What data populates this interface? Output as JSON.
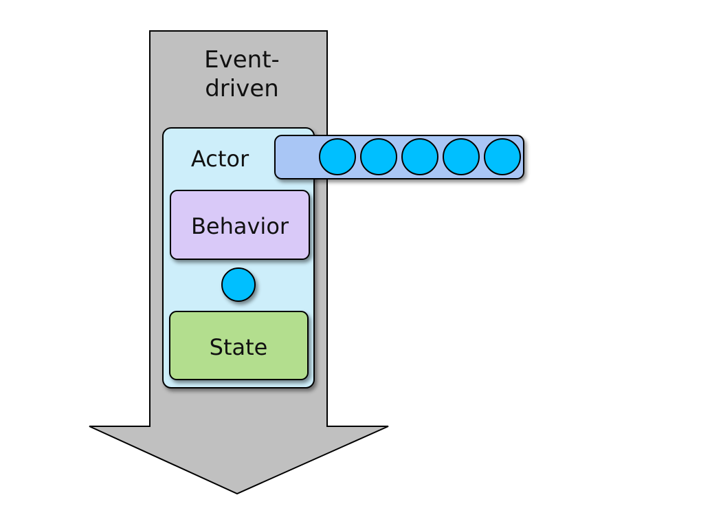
{
  "diagram": {
    "arrow_label_line1": "Event-",
    "arrow_label_line2": "driven",
    "actor_label": "Actor",
    "behavior_label": "Behavior",
    "state_label": "State",
    "mailbox_message_count": 5
  },
  "colors": {
    "arrow_fill": "#c0c0c0",
    "actor_fill": "#cdeefa",
    "mailbox_fill": "#a9c6f5",
    "message_fill": "#00bfff",
    "behavior_fill": "#d9c9f8",
    "state_fill": "#b3de8e",
    "outline": "#000000"
  }
}
